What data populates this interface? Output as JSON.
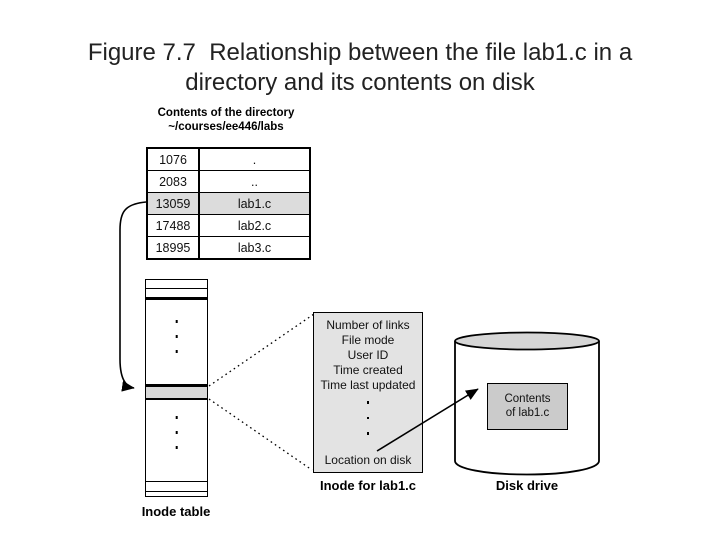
{
  "title": {
    "line1": "Figure 7.7  Relationship between the file lab1.c in a",
    "line2": "directory and its contents on disk"
  },
  "directory": {
    "header_line1": "Contents of the directory",
    "header_line2": "~/courses/ee446/labs",
    "rows": [
      {
        "inode": "1076",
        "name": ".",
        "highlighted": false
      },
      {
        "inode": "2083",
        "name": "..",
        "highlighted": false
      },
      {
        "inode": "13059",
        "name": "lab1.c",
        "highlighted": true
      },
      {
        "inode": "17488",
        "name": "lab2.c",
        "highlighted": false
      },
      {
        "inode": "18995",
        "name": "lab3.c",
        "highlighted": false
      }
    ]
  },
  "inode_table": {
    "label": "Inode table"
  },
  "inode_box": {
    "fields": [
      "Number of links",
      "File mode",
      "User ID",
      "Time created",
      "Time last updated"
    ],
    "last_field": "Location on disk",
    "label": "Inode for lab1.c"
  },
  "disk": {
    "contents_line1": "Contents",
    "contents_line2": "of lab1.c",
    "label": "Disk drive"
  },
  "colors": {
    "highlight_row": "#dcdcdc",
    "inode_row_shade": "#d8d8d8",
    "inode_box_fill": "#e3e3e3",
    "contents_box_fill": "#cbcbcb",
    "cylinder_top_fill": "#d6d6d6",
    "line": "#000000"
  }
}
